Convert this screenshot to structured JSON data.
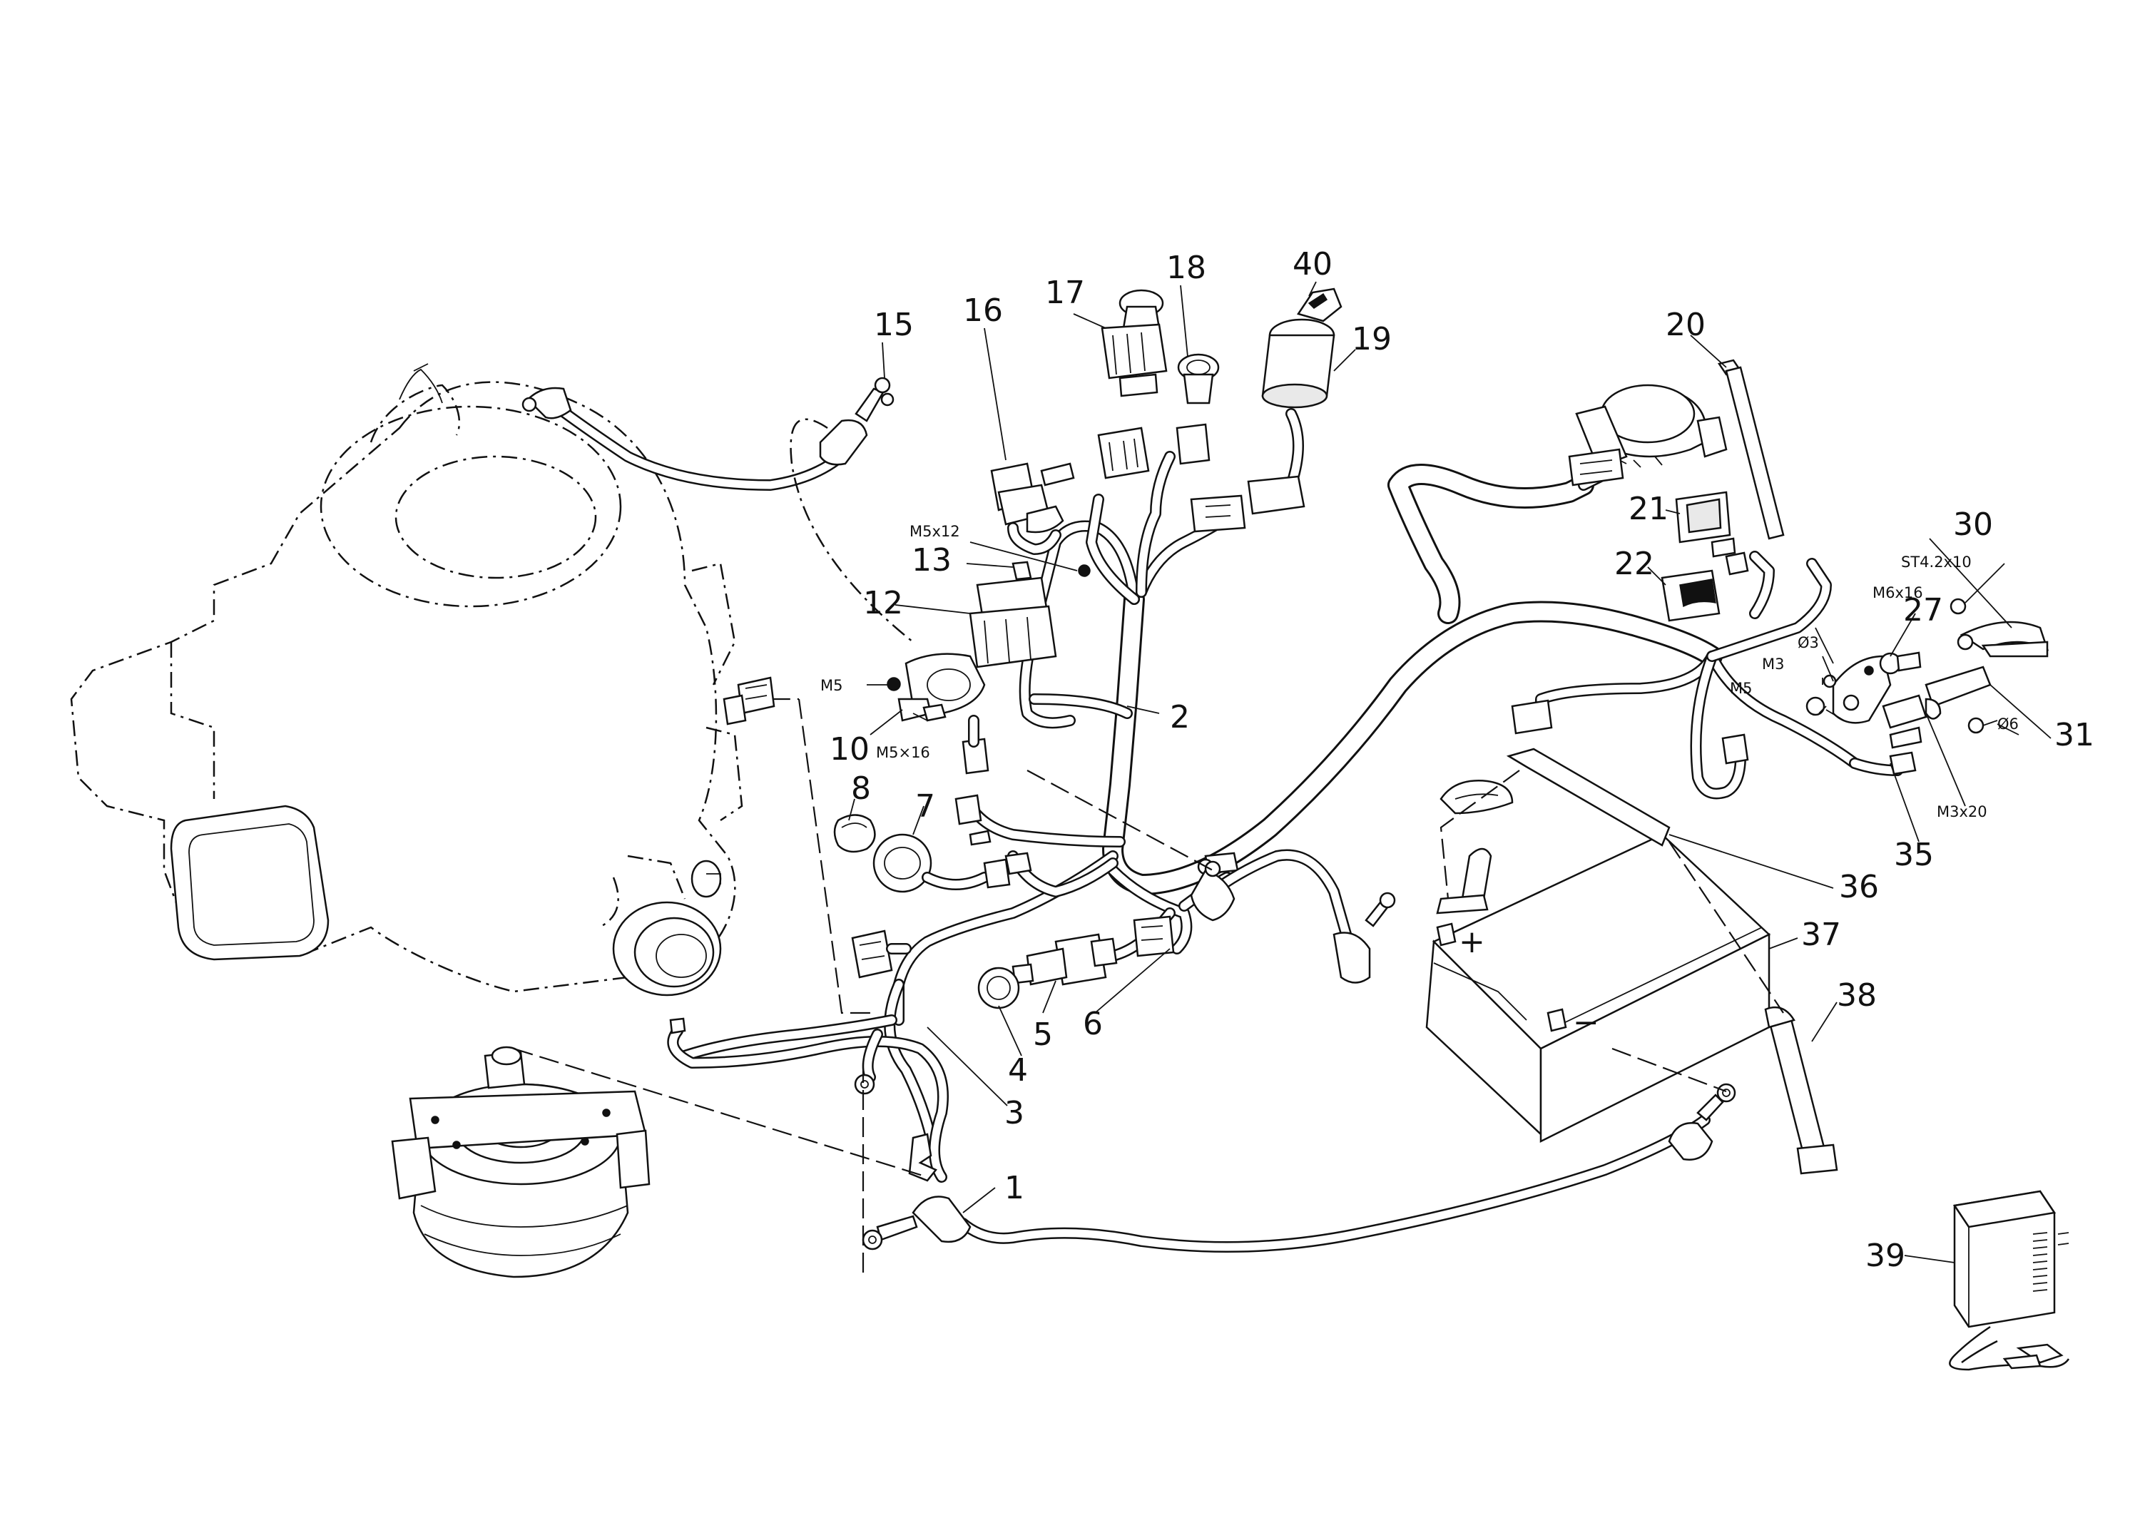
{
  "diagram": {
    "callouts": [
      {
        "id": "c1",
        "text": "1"
      },
      {
        "id": "c2",
        "text": "2"
      },
      {
        "id": "c3",
        "text": "3"
      },
      {
        "id": "c4",
        "text": "4"
      },
      {
        "id": "c5",
        "text": "5"
      },
      {
        "id": "c6",
        "text": "6"
      },
      {
        "id": "c7",
        "text": "7"
      },
      {
        "id": "c8",
        "text": "8"
      },
      {
        "id": "c10",
        "text": "10"
      },
      {
        "id": "c12",
        "text": "12"
      },
      {
        "id": "c13",
        "text": "13"
      },
      {
        "id": "c15",
        "text": "15"
      },
      {
        "id": "c16",
        "text": "16"
      },
      {
        "id": "c17",
        "text": "17"
      },
      {
        "id": "c18",
        "text": "18"
      },
      {
        "id": "c19",
        "text": "19"
      },
      {
        "id": "c20",
        "text": "20"
      },
      {
        "id": "c21",
        "text": "21"
      },
      {
        "id": "c22",
        "text": "22"
      },
      {
        "id": "c27",
        "text": "27"
      },
      {
        "id": "c30",
        "text": "30"
      },
      {
        "id": "c31",
        "text": "31"
      },
      {
        "id": "c35",
        "text": "35"
      },
      {
        "id": "c36",
        "text": "36"
      },
      {
        "id": "c37",
        "text": "37"
      },
      {
        "id": "c38",
        "text": "38"
      },
      {
        "id": "c39",
        "text": "39"
      },
      {
        "id": "c40",
        "text": "40"
      }
    ],
    "fasteners": [
      {
        "id": "f_m5x12",
        "text": "M5x12"
      },
      {
        "id": "f_m5_left",
        "text": "M5"
      },
      {
        "id": "f_m5x16",
        "text": "M5×16"
      },
      {
        "id": "f_st42x10",
        "text": "ST4.2x10"
      },
      {
        "id": "f_m6x16",
        "text": "M6x16"
      },
      {
        "id": "f_d3",
        "text": "Ø3"
      },
      {
        "id": "f_m3",
        "text": "M3"
      },
      {
        "id": "f_m5_right",
        "text": "M5"
      },
      {
        "id": "f_d6",
        "text": "Ø6"
      },
      {
        "id": "f_m3x20",
        "text": "M3x20"
      }
    ],
    "battery_terminals": {
      "positive": "+",
      "negative": "−"
    }
  }
}
